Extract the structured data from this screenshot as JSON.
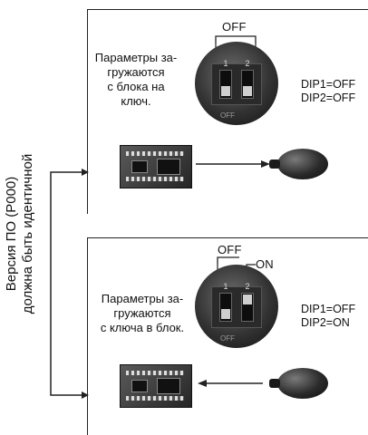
{
  "side_label": "Версия ПО (P000)\nдолжна быть идентичной",
  "top_panel": {
    "description": "Параметры за-\nгружаются\nс блока на\nключ.",
    "switch_label": "OFF",
    "dip_status": "DIP1=OFF\nDIP2=OFF",
    "photo": {
      "num1": "1",
      "num2": "2",
      "off_mark": "OFF"
    }
  },
  "bottom_panel": {
    "description": "Параметры за-\nгружаются\nс ключа в блок.",
    "switch_label_1": "OFF",
    "switch_label_2": "ON",
    "dip_status": "DIP1=OFF\nDIP2=ON",
    "photo": {
      "num1": "1",
      "num2": "2",
      "off_mark": "OFF"
    }
  },
  "colors": {
    "line": "#222222",
    "photo_dark": "#333333"
  }
}
